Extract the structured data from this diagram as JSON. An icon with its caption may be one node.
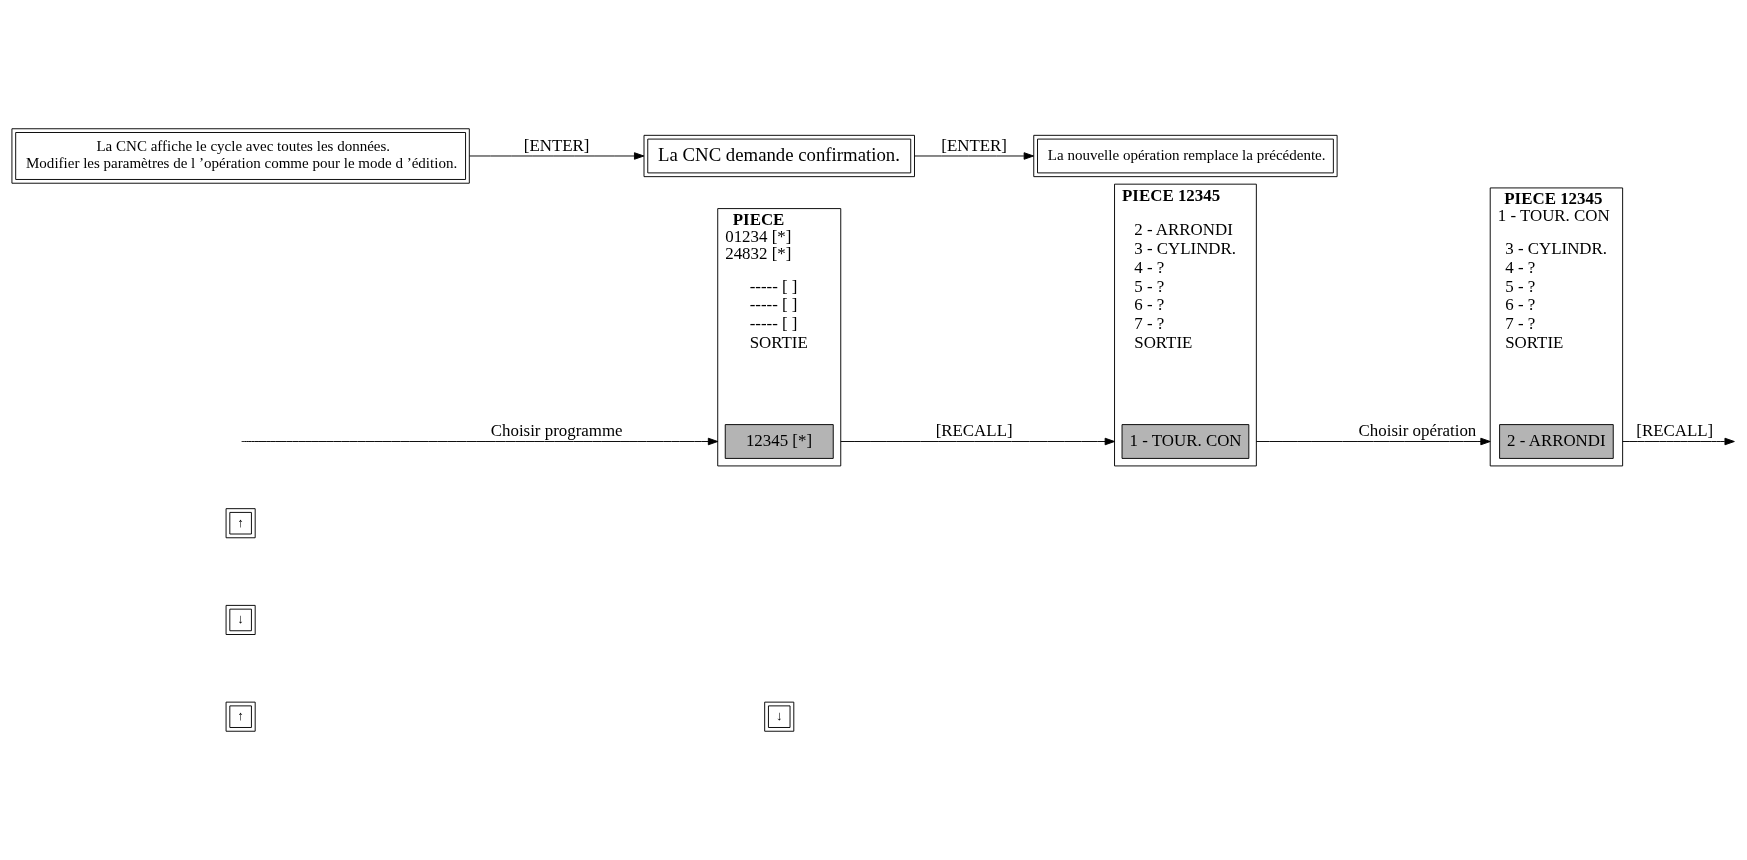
{
  "diagram": {
    "nodes": [
      {
        "text": [
          "PIECE",
          "01234 [*]",
          "24832 [*]",
          "----- [ ]",
          "----- [ ]",
          "----- [ ]",
          "SORTIE"
        ]
      },
      {
        "text": [
          "12345 [*]"
        ],
        "in": 0
      },
      {
        "text": [
          "PIECE 12345",
          "2 - ARRONDI",
          "3 - CYLINDR.",
          "4 - ?",
          "5 - ?",
          "6 - ?",
          "7 - ?",
          "SORTIE"
        ]
      },
      {
        "text": [
          "1 - TOUR. CON"
        ],
        "in": 2
      },
      {
        "text": [
          "PIECE 12345",
          "1 - TOUR. CON",
          "3 - CYLINDR.",
          "4 - ?",
          "5 - ?",
          "6 - ?",
          "7 - ?",
          "SORTIE"
        ]
      },
      {
        "text": [
          "2 - ARRONDI"
        ],
        "in": 4
      },
      {
        "text": [
          "La CNC affiche le cycle avec toutes les données.",
          "Modifier les paramètres de l ’opération comme pour le mode d ’édition."
        ]
      },
      {
        "text": [
          "La CNC demande confirmation."
        ]
      },
      {
        "text": [
          "La nouvelle opération remplace la précédente."
        ]
      },
      {
        "text": [
          "↑"
        ]
      },
      {
        "text": [
          "↓"
        ]
      },
      {
        "text": [
          "↑"
        ]
      },
      {
        "text": [
          "↓"
        ]
      }
    ],
    "edges": [
      {
        "from": null,
        "to": 0,
        "arrow": "to",
        "label": "Choisir programme"
      },
      {
        "from": 0,
        "to": 2,
        "arrow": "to",
        "label": "[RECALL]"
      },
      {
        "from": 2,
        "to": 4,
        "arrow": "to",
        "label": "Choisir opération"
      },
      {
        "from": 4,
        "to": null,
        "arrow": "to",
        "label": "[RECALL]"
      },
      {
        "from": 6,
        "to": 7,
        "arrow": "to",
        "label": "[ENTER]"
      },
      {
        "from": 7,
        "to": 8,
        "arrow": "to",
        "label": "[ENTER]"
      }
    ]
  }
}
